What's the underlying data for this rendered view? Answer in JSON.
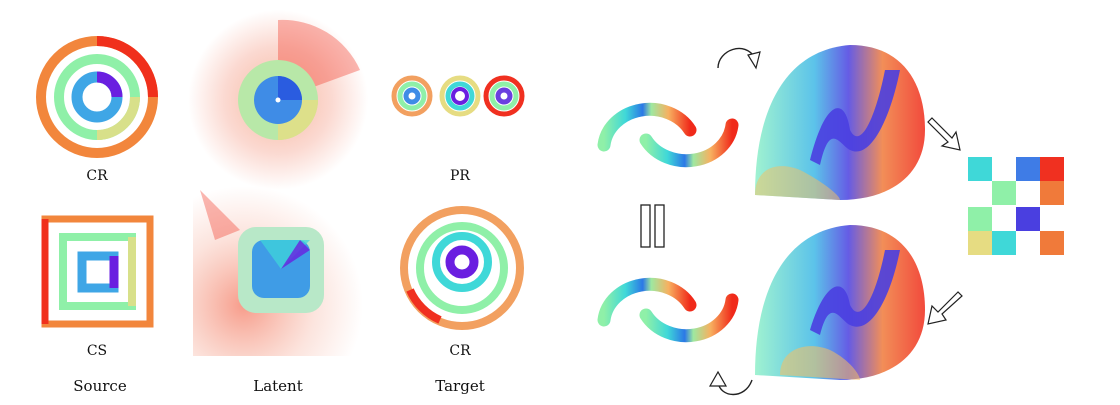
{
  "left_panel": {
    "labels": {
      "top_source": "CR",
      "top_target": "PR",
      "bottom_source": "CS",
      "bottom_target": "CR"
    },
    "columns": {
      "source": "Source",
      "latent": "Latent",
      "target": "Target"
    }
  },
  "right_panel": {
    "arrows": [
      "rotate-cw-arrow",
      "diagonal-down-right-arrow",
      "diagonal-down-left-arrow",
      "rotate-ccw-arrow"
    ],
    "equality_symbol": "equals-bars"
  },
  "colors": {
    "red": "#f02a1a",
    "orange": "#f79a4a",
    "yellow": "#e6dc82",
    "green": "#8ff0a8",
    "cyan": "#3fd8d8",
    "blue": "#2b78e6",
    "purple": "#6a1fe0"
  }
}
